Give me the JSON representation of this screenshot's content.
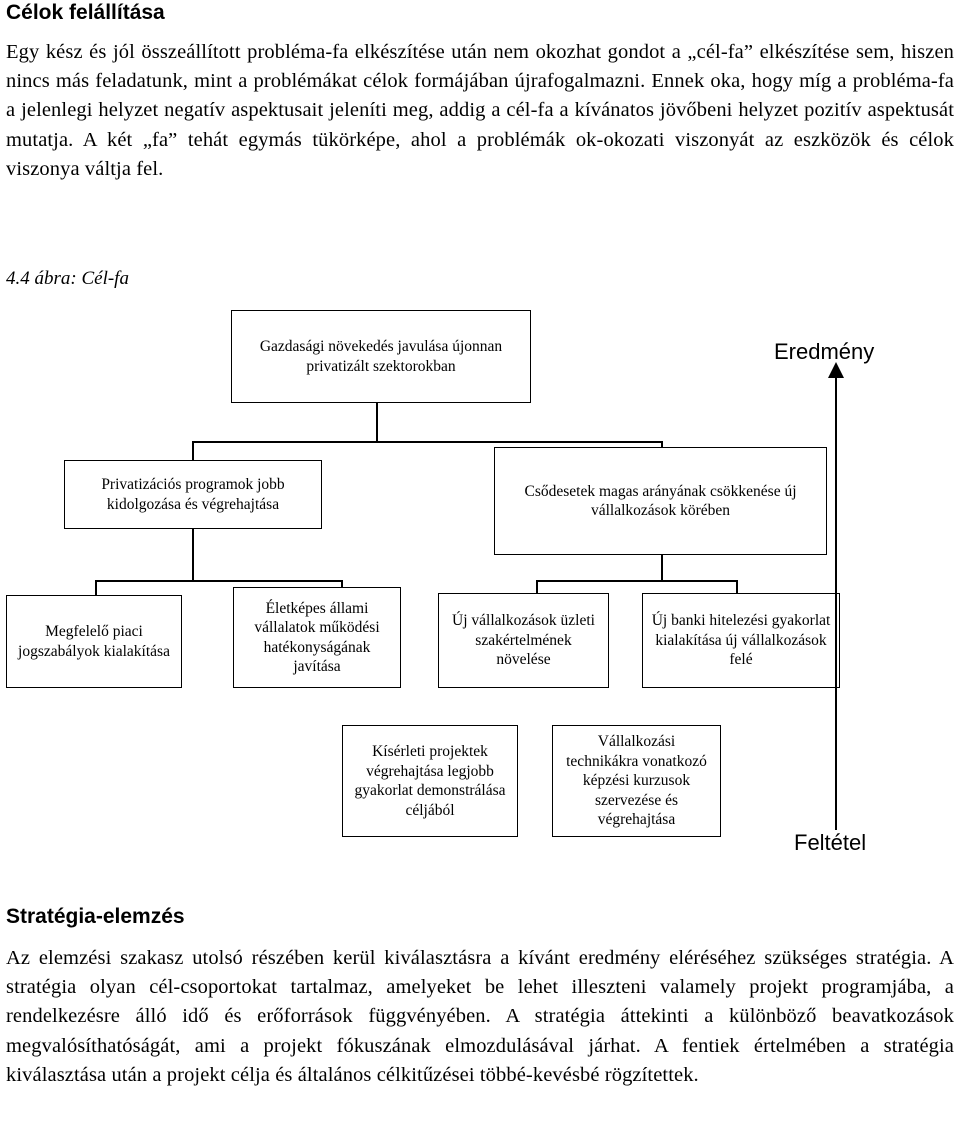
{
  "section1": {
    "title": "Célok felállítása",
    "paragraph": "Egy kész és jól összeállított probléma-fa elkészítése után nem okozhat gondot a „cél-fa” elkészítése sem, hiszen nincs más feladatunk, mint a problémákat célok formájában újrafogalmazni. Ennek oka, hogy míg a probléma-fa a jelenlegi helyzet negatív aspektusait jeleníti meg, addig a cél-fa a kívánatos jövőbeni helyzet pozitív aspektusát mutatja. A két „fa” tehát egymás tükörképe, ahol a problémák ok-okozati viszonyát az eszközök és célok viszonya váltja fel."
  },
  "figure": {
    "caption": "4.4 ábra: Cél-fa",
    "top_box": "Gazdasági növekedés javulása újonnan privatizált szektorokban",
    "mid_left": "Privatizációs programok jobb kidolgozása és végrehajtása",
    "mid_right": "Csődesetek magas arányának csökkenése új vállalkozások körében",
    "low1": "Megfelelő piaci jogszabályok kialakítása",
    "low2": "Életképes állami vállalatok működési hatékonyságának javítása",
    "low3": "Új vállalkozások üzleti szakértelmének növelése",
    "low4": "Új banki hitelezési gyakorlat kialakítása új vállalkozások felé",
    "bottom_left": "Kísérleti projektek végrehajtása legjobb gyakorlat demonstrálása céljából",
    "bottom_right": "Vállalkozási technikákra vonatkozó képzési kurzusok szervezése és végrehajtása",
    "result_label": "Eredmény",
    "condition_label": "Feltétel"
  },
  "section2": {
    "title": "Stratégia-elemzés",
    "paragraph": "Az elemzési szakasz utolsó részében kerül kiválasztásra a kívánt eredmény eléréséhez szükséges stratégia. A stratégia olyan cél-csoportokat tartalmaz, amelyeket be lehet illeszteni valamely projekt programjába, a rendelkezésre álló idő és erőforrások függvényében. A stratégia áttekinti a különböző beavatkozások megvalósíthatóságát, ami a projekt fókuszának elmozdulásával járhat. A fentiek értelmében a stratégia kiválasztása után a projekt célja és általános célkitűzései többé-kevésbé rögzítettek."
  }
}
